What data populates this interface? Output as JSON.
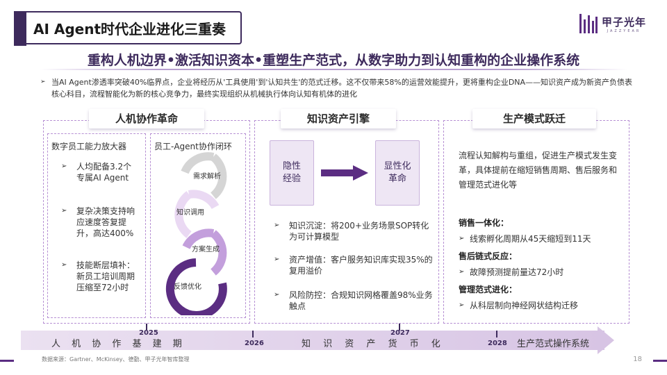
{
  "header": {
    "title": "AI Agent时代企业进化三重奏",
    "logo_cn": "甲子光年",
    "logo_en": "JAZZYEAR"
  },
  "subtitle": "重构人机边界•激活知识资本•重塑生产范式，从数字助力到认知重构的企业操作系统",
  "intro": "当AI Agent渗透率突破40%临界点，企业将经历从'工具使用'到'认知共生'的范式迁移。这不仅带来58%的运营效能提升，更将重构企业DNA——知识资产成为新资产负债表核心科目，流程智能化为新的核心竞争力，最终实现组织从机械执行体向认知有机体的进化",
  "panels": {
    "left": {
      "tab": "人机协作革命",
      "amplifier": {
        "title": "数字员工能力放大器",
        "bullets": [
          "人均配备3.2个专属AI Agent",
          "复杂决策支持响应速度答复提升，高达400%",
          "技能断层填补：新员工培训周期压缩至72小时"
        ]
      },
      "loop": {
        "title": "员工-Agent协作闭环",
        "steps": [
          "需求解析",
          "知识调用",
          "方案生成",
          "反馈优化"
        ]
      }
    },
    "middle": {
      "tab": "知识资产引擎",
      "box_left": "隐性\n经验",
      "box_right": "显性化\n革命",
      "bullets": [
        "知识沉淀：将200+业务场景SOP转化为可计算模型",
        "资产增值：客户服务知识库实现35%的复用溢价",
        "风险防控：合规知识网格覆盖98%业务触点"
      ]
    },
    "right": {
      "tab": "生产模式跃迁",
      "intro": "流程认知解构与重组，促进生产模式发生变革，具体提前在缩短销售周期、售后服务和管理范式进化等",
      "items": [
        {
          "head": "销售一体化：",
          "bullet": "线索孵化周期从45天缩短到11天"
        },
        {
          "head": "售后链式反应：",
          "bullet": "故障预测提前量达72小时"
        },
        {
          "head": "管理范式进化：",
          "bullet": "从科层制向神经网状结构迁移"
        }
      ]
    }
  },
  "timeline": {
    "segment1": "人 机 协 作 基 建 期",
    "segment2": "知 识 资 产 货 币 化",
    "segment3": "生产范式操作系统",
    "years": [
      "2025",
      "2026",
      "2027",
      "2028"
    ]
  },
  "footer": {
    "source": "数据来源：Gartner、McKinsey、德勤、甲子光年智库整理",
    "page": "18"
  },
  "colors": {
    "brand": "#3d2a5c",
    "accent": "#5b2d82",
    "dashed_border": "#b68fd3",
    "box_fill": "#eee6f4"
  }
}
